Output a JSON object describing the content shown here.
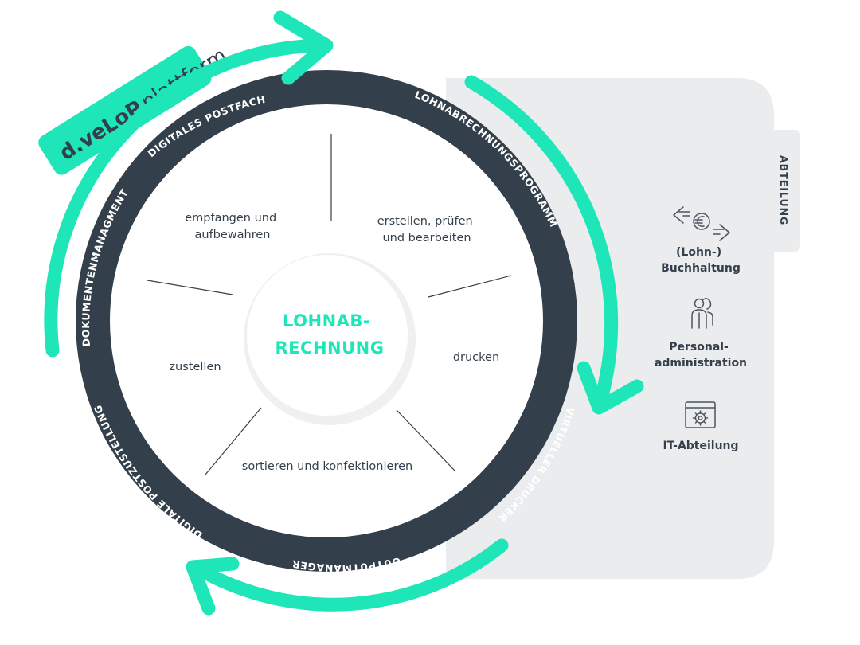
{
  "platform": {
    "brand_bold": "d.veLoP",
    "brand_light": "plattform"
  },
  "center": {
    "line1": "LOHNAB-",
    "line2": "RECHNUNG"
  },
  "ring_labels": {
    "digitales_postfach": "DIGITALES POSTFACH",
    "lohnabrechnungsprogramm": "LOHNABRECHNUNGSPROGRAMM",
    "virtueller_drucker": "VIRTUELLER DRUCKER",
    "outputmanager": "OUTPUTMANAGER",
    "digitale_postzustellung": "DIGITALE POSTZUSTELLUNG",
    "dokumentenmanagment": "DOKUMENTENMANAGMENT"
  },
  "steps": {
    "empfangen": [
      "empfangen und",
      "aufbewahren"
    ],
    "erstellen": [
      "erstellen, prüfen",
      "und bearbeiten"
    ],
    "drucken": "drucken",
    "sortieren": "sortieren und konfektionieren",
    "zustellen": "zustellen"
  },
  "department": {
    "tab_label": "ABTEILUNG",
    "items": [
      {
        "line1": "(Lohn-)",
        "line2": "Buchhaltung",
        "icon": "euro-exchange-icon"
      },
      {
        "line1": "Personal-",
        "line2": "administration",
        "icon": "people-icon"
      },
      {
        "line1": "IT-Abteilung",
        "line2": "",
        "icon": "gear-window-icon"
      }
    ]
  },
  "colors": {
    "accent": "#1ee6b8",
    "ring": "#333f4a",
    "panel": "#ebecee",
    "text": "#333f4a"
  }
}
